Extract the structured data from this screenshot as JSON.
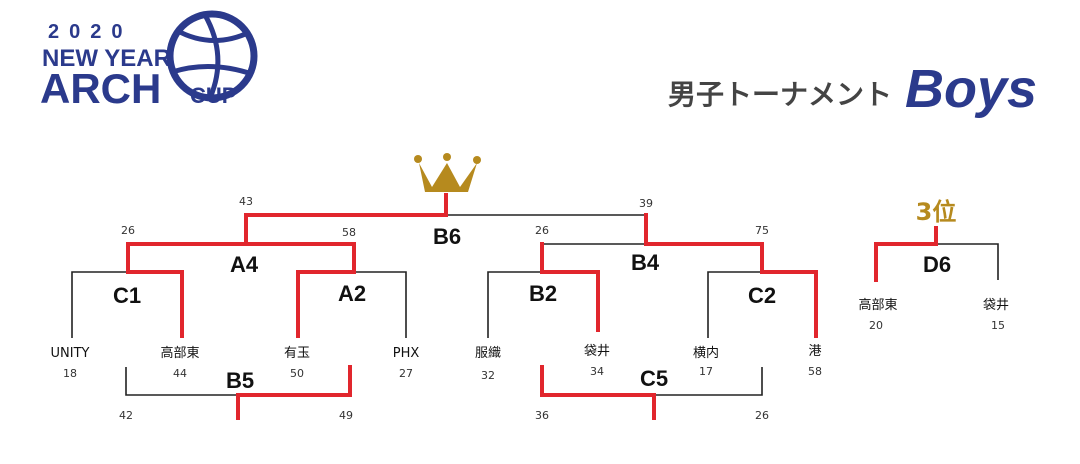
{
  "logo": {
    "year": "2020",
    "line1": "NEW YEAR",
    "line2_main": "ARCH",
    "line2_small": "CUP"
  },
  "title": {
    "jp": "男子トーナメント",
    "en": "Boys"
  },
  "colors": {
    "navy": "#2b3a8c",
    "winner_red": "#e1262d",
    "crown_gold": "#b68a1e",
    "line": "#222222"
  },
  "final": {
    "code": "B6",
    "left_score": "43",
    "right_score": "39",
    "trophy": "crown-icon"
  },
  "semis": [
    {
      "code": "A4",
      "left_score": "26",
      "right_score": "58"
    },
    {
      "code": "B4",
      "left_score": "26",
      "right_score": "75"
    }
  ],
  "quarters": [
    {
      "code": "C1"
    },
    {
      "code": "A2"
    },
    {
      "code": "B2"
    },
    {
      "code": "C2"
    }
  ],
  "teams": [
    {
      "name": "UNITY",
      "score": "18"
    },
    {
      "name": "高部東",
      "score": "44"
    },
    {
      "name": "有玉",
      "score": "50"
    },
    {
      "name": "PHX",
      "score": "27"
    },
    {
      "name": "服織",
      "score": "32"
    },
    {
      "name": "袋井",
      "score": "34"
    },
    {
      "name": "横内",
      "score": "17"
    },
    {
      "name": "港",
      "score": "58"
    }
  ],
  "play_in": [
    {
      "code": "B5",
      "left_score": "42",
      "right_score": "49"
    },
    {
      "code": "C5",
      "left_score": "36",
      "right_score": "26"
    }
  ],
  "third_place": {
    "label": "3位",
    "code": "D6",
    "teams": [
      {
        "name": "高部東",
        "score": "20"
      },
      {
        "name": "袋井",
        "score": "15"
      }
    ]
  }
}
